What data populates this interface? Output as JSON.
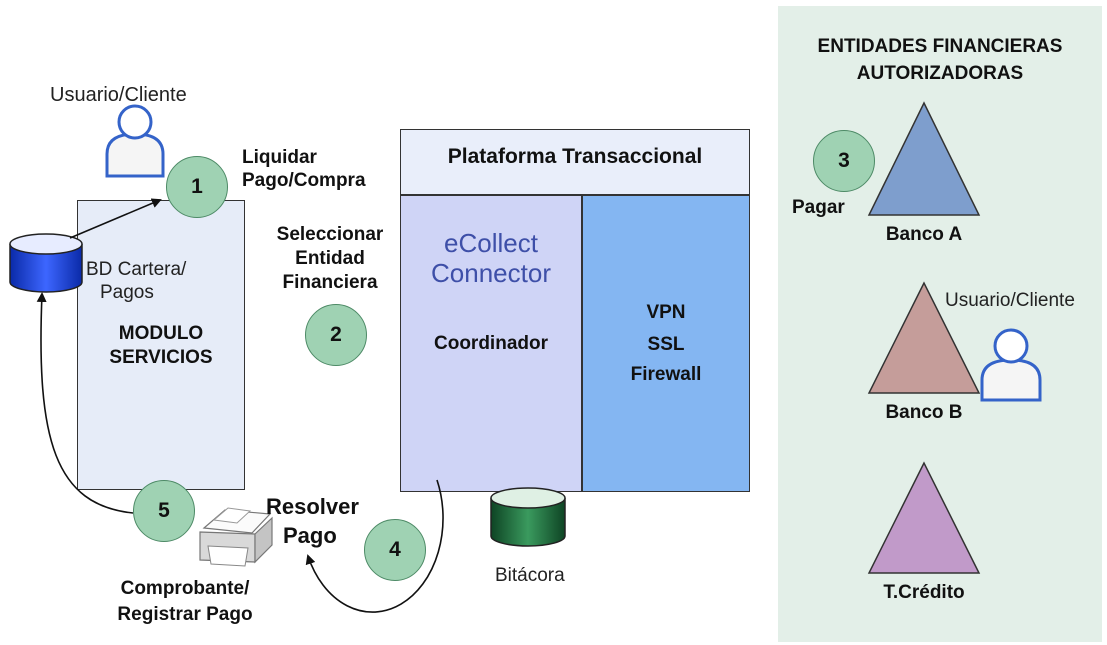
{
  "user_top": {
    "label": "Usuario/Cliente"
  },
  "step1": {
    "number": "1",
    "label_line1": "Liquidar",
    "label_line2": "Pago/Compra"
  },
  "db_cartera": {
    "line1": "BD Cartera/",
    "line2": "Pagos"
  },
  "modulo": {
    "line1": "MODULO",
    "line2": "SERVICIOS"
  },
  "step2": {
    "number": "2",
    "label_line1": "Seleccionar",
    "label_line2": "Entidad",
    "label_line3": "Financiera"
  },
  "plataforma": {
    "title": "Plataforma Transaccional",
    "ecollect_line1": "eCollect",
    "ecollect_line2": "Connector",
    "coordinador": "Coordinador",
    "vpn": "VPN",
    "ssl": "SSL",
    "firewall": "Firewall"
  },
  "bitacora": {
    "label": "Bitácora"
  },
  "step4": {
    "number": "4",
    "label_line1": "Resolver",
    "label_line2": "Pago"
  },
  "step5": {
    "number": "5"
  },
  "comprobante": {
    "line1": "Comprobante/",
    "line2": "Registrar Pago"
  },
  "entidades": {
    "title_line1": "ENTIDADES FINANCIERAS",
    "title_line2": "AUTORIZADORAS",
    "step3_number": "3",
    "pagar": "Pagar",
    "banco_a": "Banco A",
    "banco_b": "Banco B",
    "user_label": "Usuario/Cliente",
    "tcredito": "T.Crédito"
  },
  "colors": {
    "panel_bg": "#e3efe8",
    "step_circle": "#9fd2b3",
    "modulo_fill": "#e6ecf8",
    "ecollect_fill": "#cfd4f6",
    "vpn_fill": "#84b6f2",
    "banco_a": "#7e9ecd",
    "banco_b": "#c59d9a",
    "tcredito": "#c19ac9",
    "db_blue": "#1b43e0",
    "db_green": "#1f6e3c",
    "ecollect_text": "#3e4fa8"
  }
}
